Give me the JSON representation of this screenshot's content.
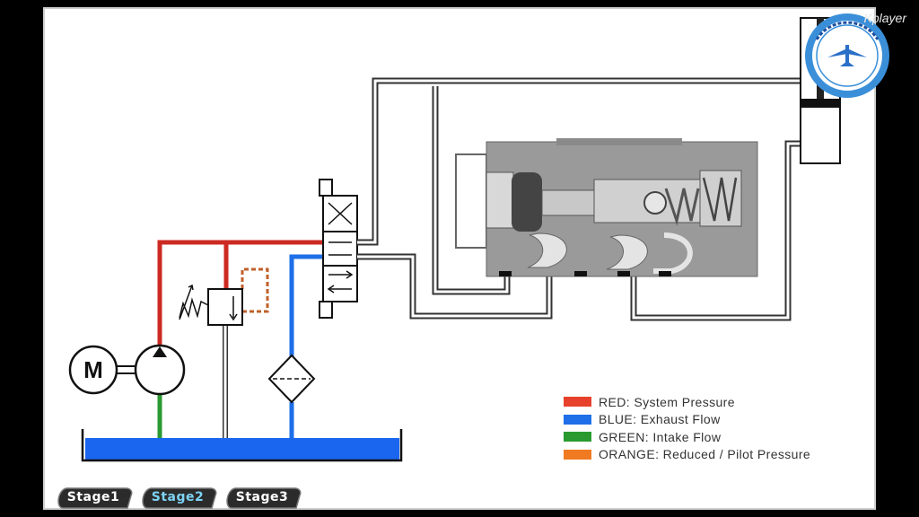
{
  "player": {
    "tag": "Kplayer"
  },
  "logo": {
    "name": "seal-logo"
  },
  "legend": [
    {
      "color": "#e8412b",
      "text": "RED: System Pressure"
    },
    {
      "color": "#1e6fe8",
      "text": "BLUE: Exhaust Flow"
    },
    {
      "color": "#2a9a30",
      "text": "GREEN: Intake Flow"
    },
    {
      "color": "#f07a22",
      "text": "ORANGE: Reduced / Pilot Pressure"
    }
  ],
  "motor": {
    "label": "M"
  },
  "tabs": [
    {
      "label": "Stage1",
      "active": false
    },
    {
      "label": "Stage2",
      "active": true
    },
    {
      "label": "Stage3",
      "active": false
    }
  ],
  "colors": {
    "pressure": "#cc2a22",
    "exhaust": "#1e6fe8",
    "intake": "#2a9a30",
    "pilot": "#c0602a",
    "reservoir": "#1a66ee"
  }
}
